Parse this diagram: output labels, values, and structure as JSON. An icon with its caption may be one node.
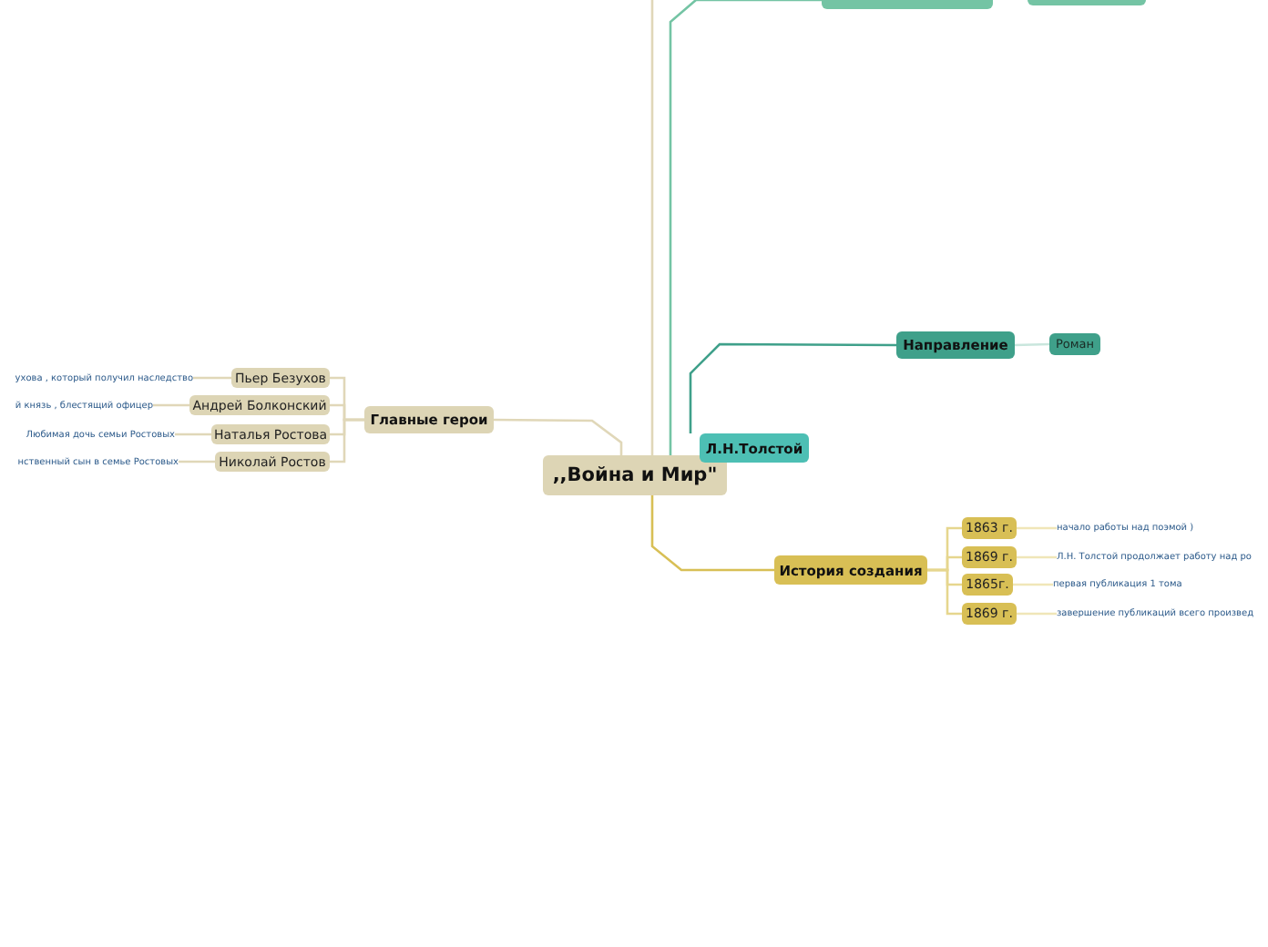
{
  "diagram": {
    "nodes": [
      {
        "text": [
          ",,Война и Мир\""
        ]
      },
      {
        "text": [
          "Главные герои"
        ]
      },
      {
        "text": [
          "Пьер Безухов"
        ]
      },
      {
        "text": [
          "ухова , который получил наследство"
        ]
      },
      {
        "text": [
          "Андрей Болконский"
        ]
      },
      {
        "text": [
          "й князь , блестящий офицер"
        ]
      },
      {
        "text": [
          "Наталья Ростова"
        ]
      },
      {
        "text": [
          "Любимая дочь семьи Ростовых"
        ]
      },
      {
        "text": [
          "Николай Ростов"
        ]
      },
      {
        "text": [
          "нственный сын в семье Ростовых"
        ]
      },
      {
        "text": [],
        "shape": "box"
      },
      {
        "text": [],
        "shape": "box"
      },
      {
        "text": [
          "Л.Н.Толстой"
        ]
      },
      {
        "text": [
          "Направление"
        ]
      },
      {
        "text": [
          "Роман"
        ]
      },
      {
        "text": [
          "История создания"
        ]
      },
      {
        "text": [
          "1863 г."
        ]
      },
      {
        "text": [
          "начало работы над поэмой )"
        ]
      },
      {
        "text": [
          "1869 г."
        ]
      },
      {
        "text": [
          "Л.Н. Толстой продолжает работу над ро"
        ]
      },
      {
        "text": [
          "1865г."
        ]
      },
      {
        "text": [
          "первая публикация 1 тома"
        ]
      },
      {
        "text": [
          "1869 г."
        ]
      },
      {
        "text": [
          "завершение публикаций всего произвед"
        ]
      }
    ],
    "edges": [
      {
        "from": 0,
        "to": 1,
        "arrow": "none"
      },
      {
        "from": 1,
        "to": 2,
        "arrow": "none"
      },
      {
        "from": 1,
        "to": 4,
        "arrow": "none"
      },
      {
        "from": 1,
        "to": 6,
        "arrow": "none"
      },
      {
        "from": 1,
        "to": 8,
        "arrow": "none"
      },
      {
        "from": 2,
        "to": 3,
        "arrow": "none"
      },
      {
        "from": 4,
        "to": 5,
        "arrow": "none"
      },
      {
        "from": 6,
        "to": 7,
        "arrow": "none"
      },
      {
        "from": 8,
        "to": 9,
        "arrow": "none"
      },
      {
        "from": 0,
        "to": null,
        "arrow": "none"
      },
      {
        "from": 0,
        "to": 10,
        "arrow": "none",
        "color": "#74c4a4"
      },
      {
        "from": 12,
        "to": 13,
        "arrow": "none",
        "color": "#3fa08a"
      },
      {
        "from": 13,
        "to": 14,
        "arrow": "none",
        "color": "#c9e6dd"
      },
      {
        "from": 0,
        "to": 15,
        "arrow": "none",
        "color": "#d8bf55"
      },
      {
        "from": 15,
        "to": 16,
        "arrow": "none",
        "color": "#e6d68e"
      },
      {
        "from": 15,
        "to": 18,
        "arrow": "none",
        "color": "#e6d68e"
      },
      {
        "from": 15,
        "to": 20,
        "arrow": "none",
        "color": "#e6d68e"
      },
      {
        "from": 15,
        "to": 22,
        "arrow": "none",
        "color": "#e6d68e"
      },
      {
        "from": 16,
        "to": 17,
        "arrow": "none",
        "color": "#f0e6b8"
      },
      {
        "from": 18,
        "to": 19,
        "arrow": "none",
        "color": "#f0e6b8"
      },
      {
        "from": 20,
        "to": 21,
        "arrow": "none",
        "color": "#f0e6b8"
      },
      {
        "from": 22,
        "to": 23,
        "arrow": "none",
        "color": "#f0e6b8"
      }
    ]
  }
}
